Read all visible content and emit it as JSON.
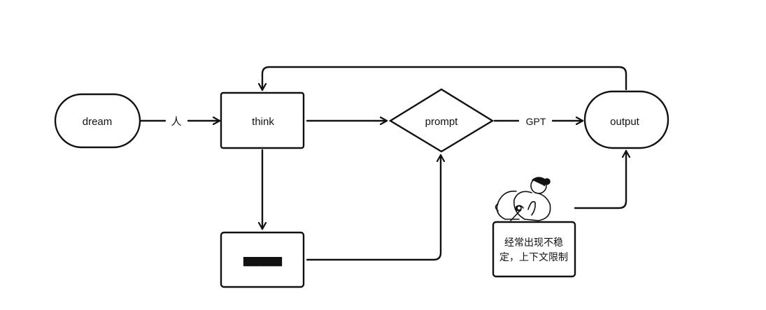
{
  "nodes": {
    "dream": {
      "label": "dream"
    },
    "think": {
      "label": "think"
    },
    "prompt": {
      "label": "prompt"
    },
    "output": {
      "label": "output"
    },
    "blurred": {
      "label": "████████"
    },
    "note": {
      "line1": "经常出现不稳",
      "line2": "定，上下文限制"
    }
  },
  "edges": {
    "dream_think": {
      "label": "人"
    },
    "prompt_output": {
      "label": "GPT"
    }
  }
}
